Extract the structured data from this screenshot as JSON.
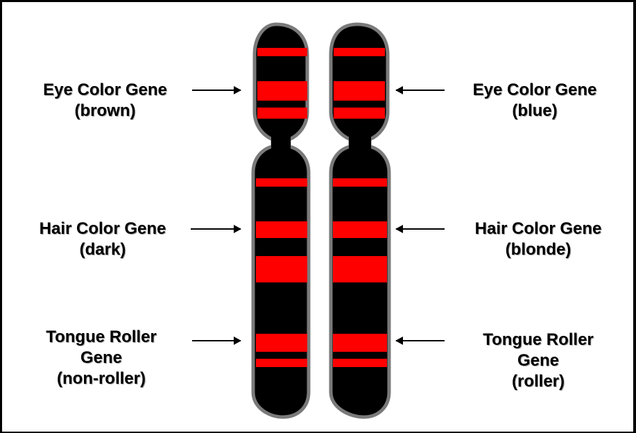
{
  "colors": {
    "chromosome": "#000000",
    "outline": "#7a7a7a",
    "band": "#ff0000"
  },
  "left_labels": [
    {
      "gene": "Eye Color Gene",
      "allele": "(brown)"
    },
    {
      "gene": "Hair Color Gene",
      "allele": "(dark)"
    },
    {
      "gene_line1": "Tongue Roller",
      "gene_line2": "Gene",
      "allele": "(non-roller)"
    }
  ],
  "right_labels": [
    {
      "gene": "Eye Color Gene",
      "allele": "(blue)"
    },
    {
      "gene": "Hair Color Gene",
      "allele": "(blonde)"
    },
    {
      "gene_line1": "Tongue Roller",
      "gene_line2": "Gene",
      "allele": "(roller)"
    }
  ]
}
